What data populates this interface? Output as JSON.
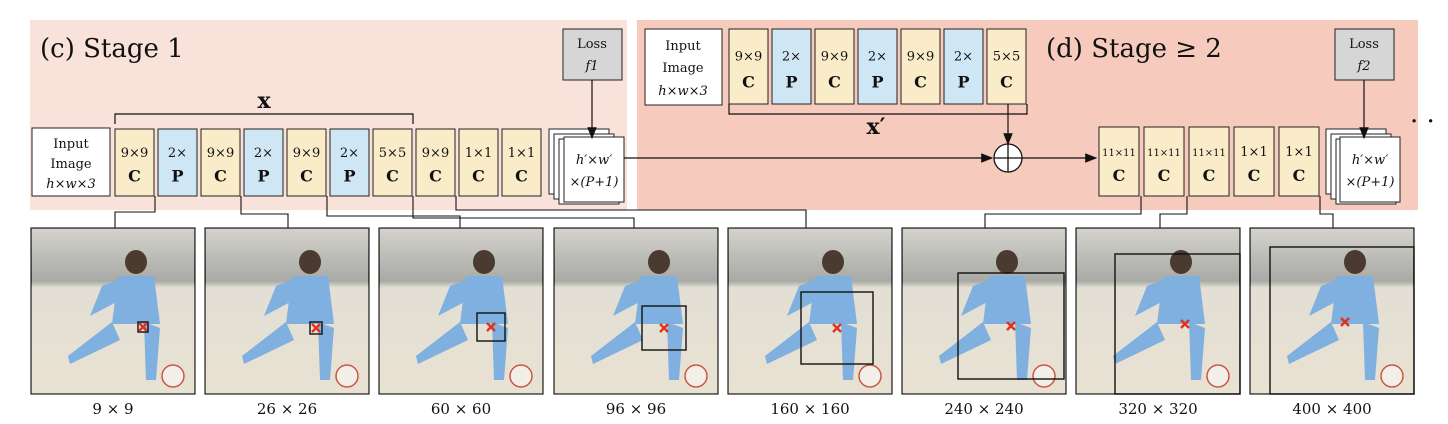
{
  "stage1": {
    "title": "(c) Stage 1",
    "input_lines": [
      "Input",
      "Image",
      "h×w×3"
    ],
    "blocks": [
      {
        "top": "9×9",
        "letter": "C",
        "kind": "conv"
      },
      {
        "top": "2×",
        "letter": "P",
        "kind": "pool"
      },
      {
        "top": "9×9",
        "letter": "C",
        "kind": "conv"
      },
      {
        "top": "2×",
        "letter": "P",
        "kind": "pool"
      },
      {
        "top": "9×9",
        "letter": "C",
        "kind": "conv"
      },
      {
        "top": "2×",
        "letter": "P",
        "kind": "pool"
      },
      {
        "top": "5×5",
        "letter": "C",
        "kind": "conv"
      },
      {
        "top": "9×9",
        "letter": "C",
        "kind": "conv"
      },
      {
        "top": "1×1",
        "letter": "C",
        "kind": "conv"
      },
      {
        "top": "1×1",
        "letter": "C",
        "kind": "conv"
      }
    ],
    "brace_label": "x",
    "output_lines": [
      "h′×w′",
      "×(P+1)"
    ],
    "loss_lines": [
      "Loss",
      "f1"
    ]
  },
  "stage2": {
    "title": "(d) Stage ≥ 2",
    "input_lines": [
      "Input",
      "Image",
      "h×w×3"
    ],
    "top_blocks": [
      {
        "top": "9×9",
        "letter": "C",
        "kind": "conv"
      },
      {
        "top": "2×",
        "letter": "P",
        "kind": "pool"
      },
      {
        "top": "9×9",
        "letter": "C",
        "kind": "conv"
      },
      {
        "top": "2×",
        "letter": "P",
        "kind": "pool"
      },
      {
        "top": "9×9",
        "letter": "C",
        "kind": "conv"
      },
      {
        "top": "2×",
        "letter": "P",
        "kind": "pool"
      },
      {
        "top": "5×5",
        "letter": "C",
        "kind": "conv"
      }
    ],
    "brace_label": "x′",
    "bottom_blocks": [
      {
        "top": "11×11",
        "letter": "C",
        "kind": "conv"
      },
      {
        "top": "11×11",
        "letter": "C",
        "kind": "conv"
      },
      {
        "top": "11×11",
        "letter": "C",
        "kind": "conv"
      },
      {
        "top": "1×1",
        "letter": "C",
        "kind": "conv"
      },
      {
        "top": "1×1",
        "letter": "C",
        "kind": "conv"
      }
    ],
    "output_lines": [
      "h′×w′",
      "×(P+1)"
    ],
    "loss_lines": [
      "Loss",
      "f2"
    ],
    "continuation": "· ·"
  },
  "receptive_fields": [
    "9 × 9",
    "26 × 26",
    "60 × 60",
    "96 × 96",
    "160 × 160",
    "240 × 240",
    "320 × 320",
    "400 × 400"
  ],
  "colors": {
    "stage1_bg": "#f9e2d9",
    "stage2_bg": "#f6cbbd",
    "conv": "#fbecc9",
    "pool": "#cfe6f5",
    "loss": "#d6d6d6"
  }
}
